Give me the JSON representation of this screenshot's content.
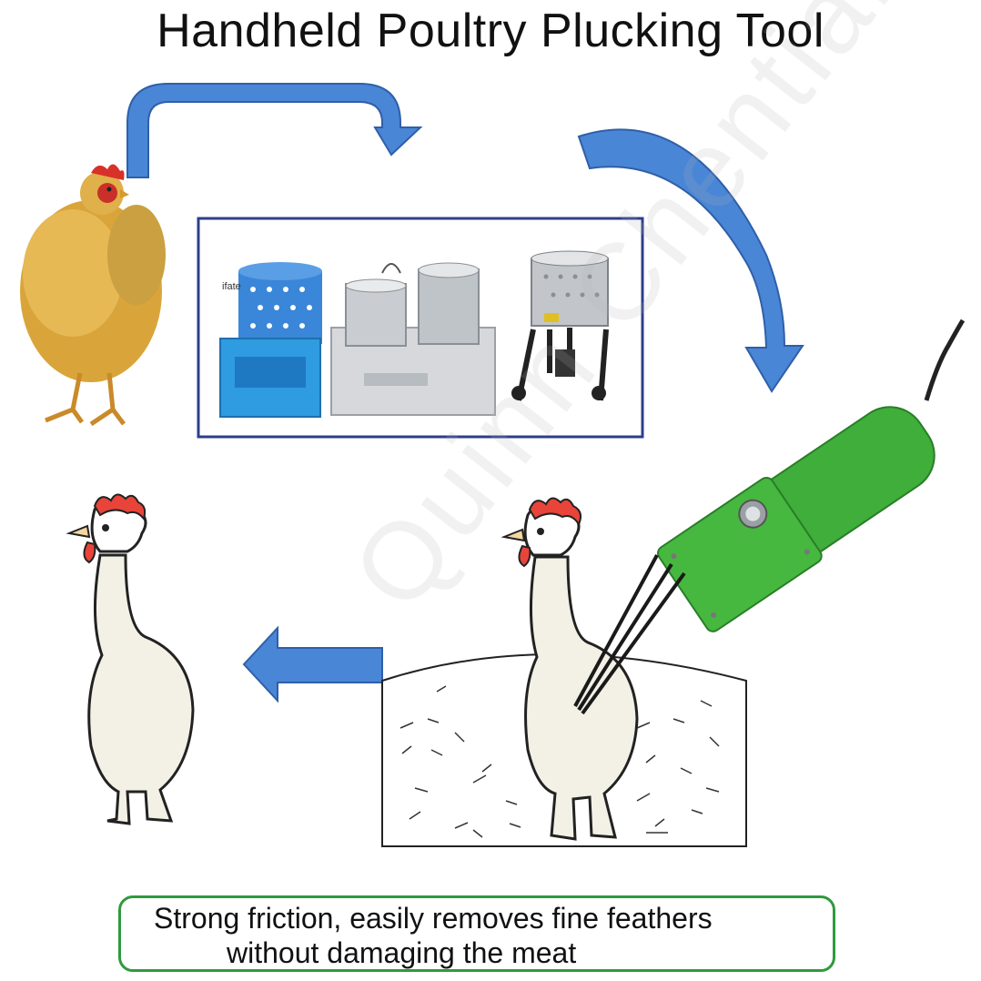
{
  "title": "Handheld Poultry Plucking Tool",
  "caption": {
    "line1": "Strong friction, easily removes fine feathers",
    "line2": "without damaging the meat"
  },
  "machines_panel": {
    "small_label": "ifate"
  },
  "watermark": "Quinn Chentially",
  "colors": {
    "arrow_blue": "#4a86d6",
    "arrow_outline": "#2f5fa8",
    "box_border": "#2c3e8c",
    "caption_border": "#2f9a3e",
    "tool_green": "#3fae3a",
    "comb_red": "#e8443a"
  },
  "icons": [
    "live-hen-image",
    "plucking-machines-image",
    "plucked-chicken-icon",
    "handheld-plucker-icon",
    "flow-arrow-icon"
  ]
}
